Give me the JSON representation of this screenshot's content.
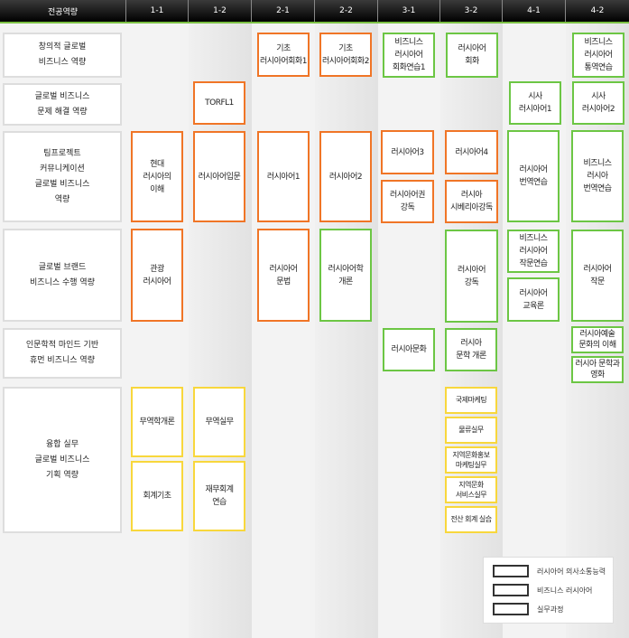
{
  "header": [
    "전공역량",
    "1-1",
    "1-2",
    "2-1",
    "2-2",
    "3-1",
    "3-2",
    "4-1",
    "4-2"
  ],
  "competencies": [
    "창의적 글로벌\n비즈니스 역량",
    "글로벌 비즈니스\n문제 해결 역량",
    "팀프로젝트\n커뮤니케이션\n글로벌 비즈니스\n역량",
    "글로벌 브랜드\n비즈니스 수행 역량",
    "인문학적 마인드 기반\n휴먼 비즈니스 역량",
    "융합 실무\n글로벌 비즈니스\n기획 역량"
  ],
  "courses": [
    "기초\n러시아어회화1",
    "기초\n러시아어회화2",
    "비즈니스\n러시아어\n회화연습1",
    "러시아어\n회화",
    "비즈니스\n러시아어\n통역연습",
    "TORFL1",
    "시사\n러시아어1",
    "시사\n러시아어2",
    "현대\n러시아의\n이해",
    "러시아어입문",
    "러시아어1",
    "러시아어2",
    "러시아어3",
    "러시아어권\n강독",
    "러시아어4",
    "러시아\n시베리아강독",
    "러시아어\n번역연습",
    "비즈니스\n러시아\n번역연습",
    "관광\n러시아어",
    "러시아어\n문법",
    "러시아어학\n개론",
    "러시아어\n강독",
    "비즈니스\n러시아어\n작문연습",
    "러시아어\n교육론",
    "러시아어\n작문",
    "러시아문화",
    "러시아\n문학 개론",
    "러시아예술\n문화의 이해",
    "러시아 문학과\n영화",
    "무역학개론",
    "회계기초",
    "무역실무",
    "재무회계\n연습",
    "국제마케팅",
    "물류실무",
    "지역문화홍보\n마케팅실무",
    "지역문화\n서비스실무",
    "전산 회계 실습"
  ],
  "legend": [
    "러시아어 의사소통능력",
    "비즈니스 러시아어",
    "실무과정"
  ],
  "colors": {
    "orange": "#f07526",
    "green": "#6cc644",
    "yellow": "#f8d73c"
  }
}
